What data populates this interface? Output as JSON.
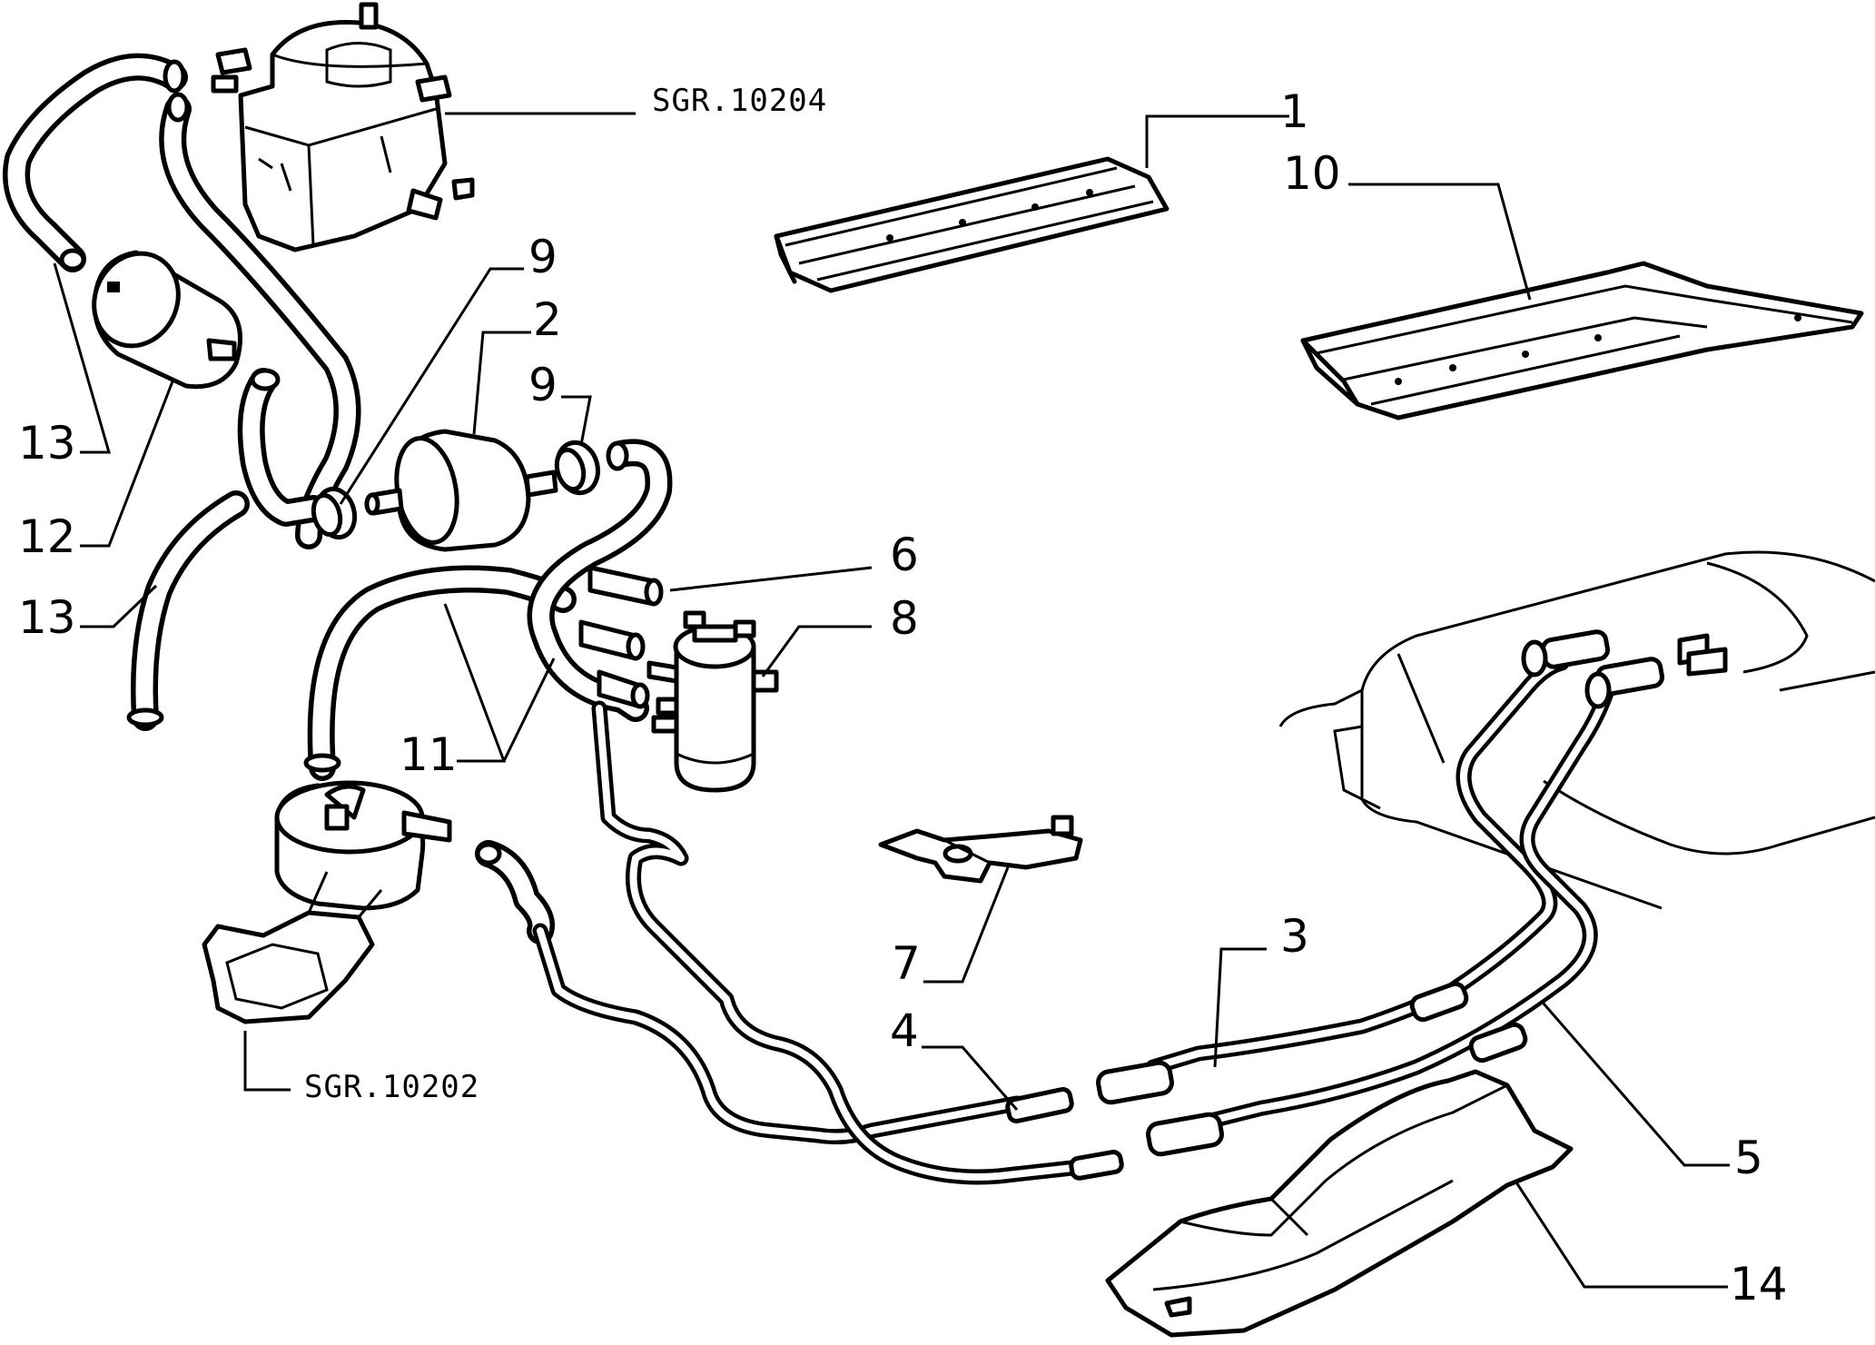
{
  "callouts": [
    {
      "id": "1",
      "text": "1"
    },
    {
      "id": "10",
      "text": "10"
    },
    {
      "id": "9a",
      "text": "9"
    },
    {
      "id": "2",
      "text": "2"
    },
    {
      "id": "9b",
      "text": "9"
    },
    {
      "id": "13a",
      "text": "13"
    },
    {
      "id": "12",
      "text": "12"
    },
    {
      "id": "13b",
      "text": "13"
    },
    {
      "id": "6",
      "text": "6"
    },
    {
      "id": "8",
      "text": "8"
    },
    {
      "id": "11",
      "text": "11"
    },
    {
      "id": "7",
      "text": "7"
    },
    {
      "id": "3",
      "text": "3"
    },
    {
      "id": "4",
      "text": "4"
    },
    {
      "id": "5",
      "text": "5"
    },
    {
      "id": "14",
      "text": "14"
    }
  ],
  "references": {
    "carburettor": "SGR.10204",
    "fuel_pump": "SGR.10202"
  }
}
